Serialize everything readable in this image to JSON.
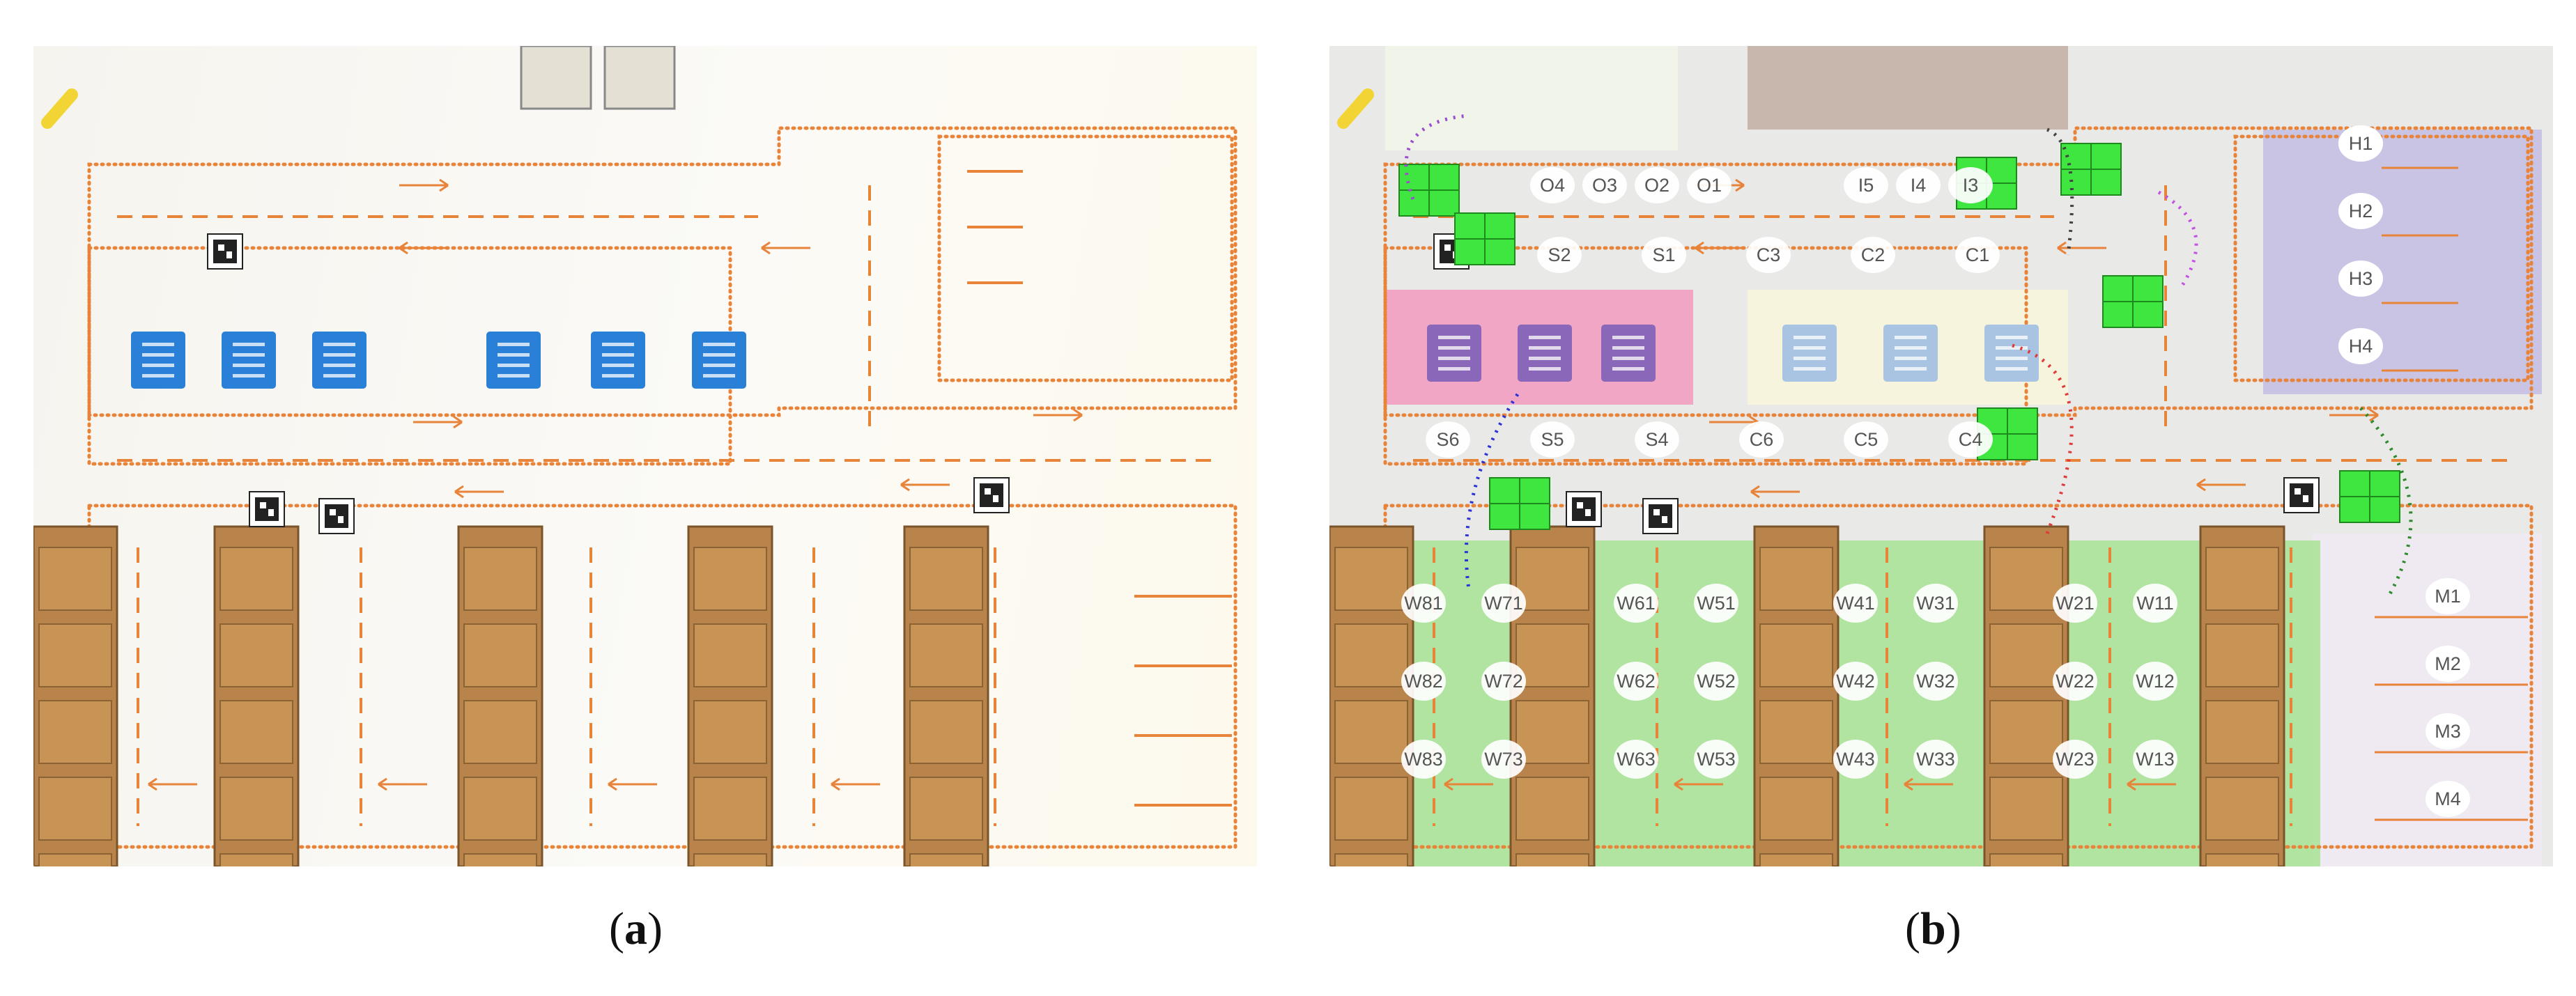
{
  "captions": {
    "a": "a",
    "b": "b"
  },
  "colors": {
    "path": "#e8833a",
    "blue_bin": "#2a7fd6",
    "purple_bin": "#8a67b8",
    "light_bin": "#a9c3e2",
    "shelf": "#b8844c",
    "robot": "#3fe63f",
    "zone_green": "#9fe28a",
    "zone_purple": "#c9c4e4",
    "zone_pink": "#f2a6c6",
    "zone_cream": "#f6f4dc"
  },
  "panel_b": {
    "stations_top": [
      "O4",
      "O3",
      "O2",
      "O1",
      "I5",
      "I4",
      "I3"
    ],
    "stations_row2": [
      "S2",
      "S1",
      "C3",
      "C2",
      "C1"
    ],
    "stations_row3": [
      "S6",
      "S5",
      "S4",
      "C6",
      "C5",
      "C4"
    ],
    "zone_h": [
      "H1",
      "H2",
      "H3",
      "H4"
    ],
    "zone_m": [
      "M1",
      "M2",
      "M3",
      "M4"
    ],
    "warehouse_rows": [
      [
        "W81",
        "W71",
        "W61",
        "W51",
        "W41",
        "W31",
        "W21",
        "W11"
      ],
      [
        "W82",
        "W72",
        "W62",
        "W52",
        "W42",
        "W32",
        "W22",
        "W12"
      ],
      [
        "W83",
        "W73",
        "W63",
        "W53",
        "W43",
        "W33",
        "W23",
        "W13"
      ]
    ]
  }
}
